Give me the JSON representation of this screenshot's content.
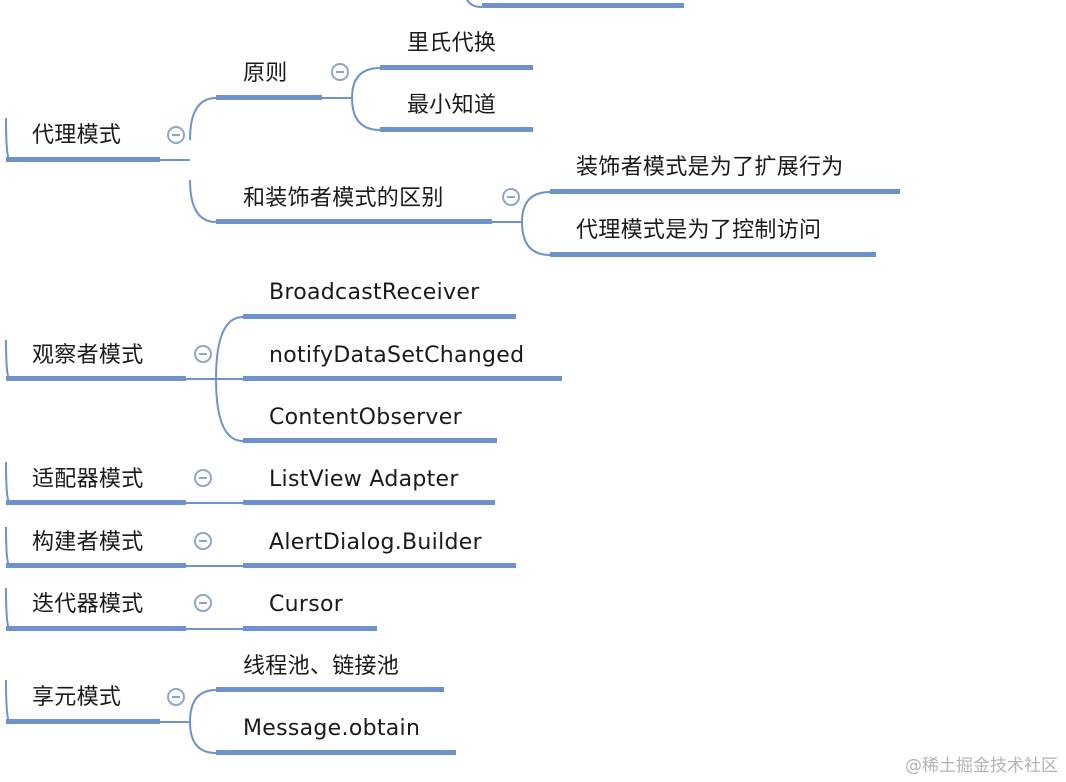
{
  "mindmap": {
    "proxy": {
      "label": "代理模式",
      "children": [
        {
          "label": "原则",
          "children": [
            {
              "label": "里氏代换"
            },
            {
              "label": "最小知道"
            }
          ]
        },
        {
          "label": "和装饰者模式的区别",
          "children": [
            {
              "label": "装饰者模式是为了扩展行为"
            },
            {
              "label": "代理模式是为了控制访问"
            }
          ]
        }
      ]
    },
    "observer": {
      "label": "观察者模式",
      "children": [
        {
          "label": "BroadcastReceiver"
        },
        {
          "label": "notifyDataSetChanged"
        },
        {
          "label": "ContentObserver"
        }
      ]
    },
    "adapter": {
      "label": "适配器模式",
      "children": [
        {
          "label": "ListView Adapter"
        }
      ]
    },
    "builder": {
      "label": "构建者模式",
      "children": [
        {
          "label": "AlertDialog.Builder"
        }
      ]
    },
    "iterator": {
      "label": "迭代器模式",
      "children": [
        {
          "label": "Cursor"
        }
      ]
    },
    "flyweight": {
      "label": "享元模式",
      "children": [
        {
          "label": "线程池、链接池"
        },
        {
          "label": "Message.obtain"
        }
      ]
    }
  },
  "watermark": "@稀土掘金技术社区",
  "colors": {
    "branch": "#6e93cb",
    "toggle": "#8fa6c9"
  }
}
